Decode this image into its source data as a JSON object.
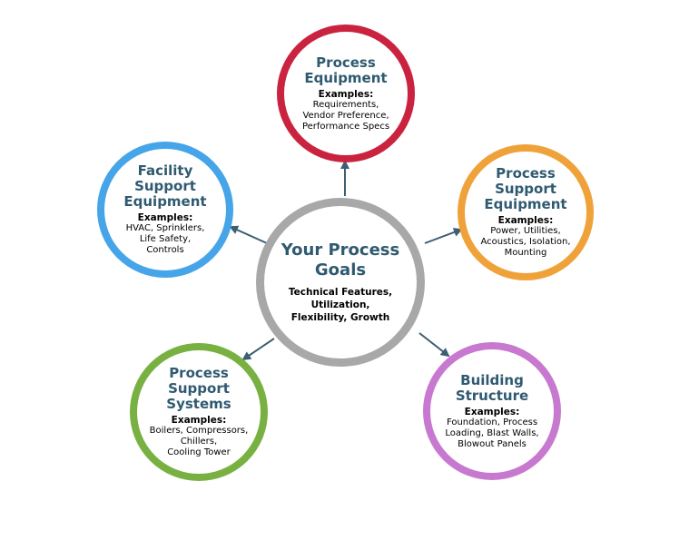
{
  "colors": {
    "title_text": "#2f5a70",
    "arrow": "#3d5f73",
    "center_ring": "#a8a8a8",
    "process_equipment": "#c9233f",
    "facility_support": "#46a5e8",
    "process_support_equipment": "#f0a23a",
    "process_support_systems": "#78b142",
    "building_structure": "#c779cf"
  },
  "center": {
    "title": "Your Process Goals",
    "subtitle": "Technical Features, Utilization,\nFlexibility, Growth"
  },
  "nodes": {
    "process_equipment": {
      "title": "Process\nEquipment",
      "examples_label": "Examples:",
      "examples": "Requirements,\nVendor Preference,\nPerformance Specs"
    },
    "facility_support": {
      "title": "Facility\nSupport\nEquipment",
      "examples_label": "Examples:",
      "examples": "HVAC, Sprinklers,\nLife Safety,\nControls"
    },
    "process_support_equipment": {
      "title": "Process\nSupport\nEquipment",
      "examples_label": "Examples:",
      "examples": "Power, Utilities,\nAcoustics, Isolation,\nMounting"
    },
    "process_support_systems": {
      "title": "Process\nSupport Systems",
      "examples_label": "Examples:",
      "examples": "Boilers, Compressors,\nChillers,\nCooling Tower"
    },
    "building_structure": {
      "title": "Building\nStructure",
      "examples_label": "Examples:",
      "examples": "Foundation, Process\nLoading, Blast Walls,\nBlowout Panels"
    }
  }
}
